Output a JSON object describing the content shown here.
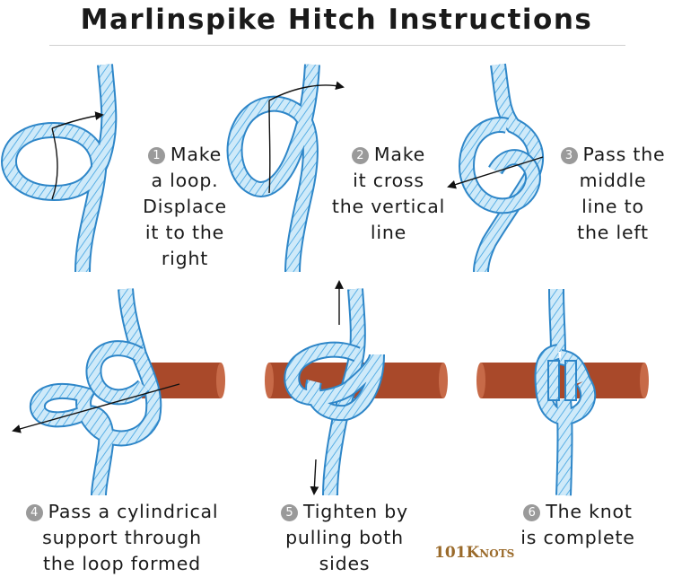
{
  "title": "Marlinspike Hitch Instructions",
  "colors": {
    "rope_fill": "#cfeaf9",
    "rope_stroke": "#4aa3df",
    "rope_edge": "#2e86c8",
    "rod_fill": "#a9492a",
    "rod_end": "#c76a48",
    "arrow": "#111111"
  },
  "steps": [
    {
      "number": "1",
      "lines": [
        "Make",
        "a loop.",
        "Displace",
        "it to the",
        "right"
      ]
    },
    {
      "number": "2",
      "lines": [
        "Make",
        "it cross",
        "the vertical",
        "line"
      ]
    },
    {
      "number": "3",
      "lines": [
        "Pass the",
        "middle",
        "line to",
        "the left"
      ]
    },
    {
      "number": "4",
      "lines": [
        "Pass a cylindrical",
        "support through",
        "the loop formed"
      ]
    },
    {
      "number": "5",
      "lines": [
        "Tighten by",
        "pulling both",
        "sides"
      ]
    },
    {
      "number": "6",
      "lines": [
        "The knot",
        "is complete"
      ]
    }
  ],
  "logo": {
    "digits": "101",
    "word_big": "K",
    "word_small": "NOTS"
  }
}
